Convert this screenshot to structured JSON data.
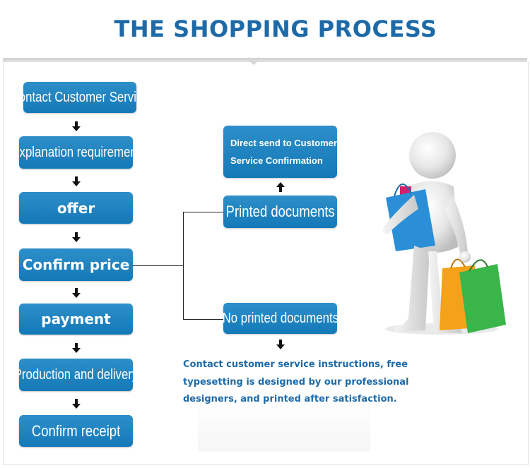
{
  "page": {
    "title": "THE SHOPPING PROCESS"
  },
  "steps": [
    "Contact Customer Service",
    "Explanation requirement",
    "offer",
    "Confirm price",
    "payment",
    "Production and delivery",
    "Confirm receipt"
  ],
  "branch": {
    "direct_send": "Direct send to Customer Service Confirmation",
    "printed": "Printed documents",
    "no_printed": "No printed documents",
    "note": "Contact customer service instructions, free typesetting is designed by our professional designers, and printed after satisfaction."
  },
  "illustration": {
    "icon": "person-with-shopping-bags-icon",
    "bag_colors": [
      "#2a8fd6",
      "#d61e6a",
      "#f3a21a",
      "#39b54a"
    ]
  },
  "colors": {
    "title": "#1e6aa8",
    "box": "#1a7fbf",
    "note": "#1e6aa8"
  }
}
